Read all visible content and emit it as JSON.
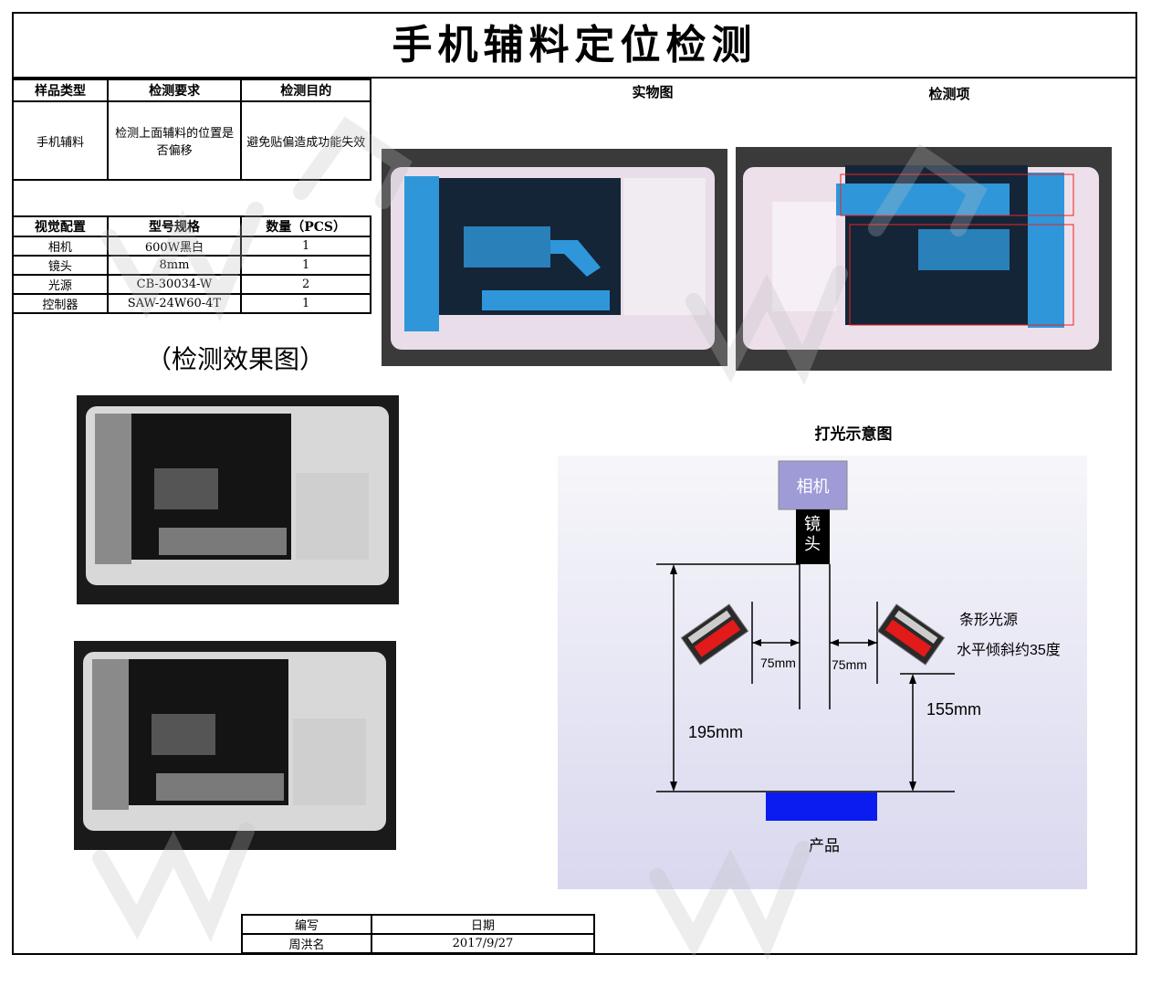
{
  "title": "手机辅料定位检测",
  "info_table": {
    "headers": [
      "样品类型",
      "检测要求",
      "检测目的"
    ],
    "row": [
      "手机辅料",
      "检测上面辅料的位置是否偏移",
      "避免贴偏造成功能失效"
    ]
  },
  "config_table": {
    "headers": [
      "视觉配置",
      "型号规格",
      "数量（PCS）"
    ],
    "rows": [
      [
        "相机",
        "600W黑白",
        "1"
      ],
      [
        "镜头",
        "8mm",
        "1"
      ],
      [
        "光源",
        "CB-30034-W",
        "2"
      ],
      [
        "控制器",
        "SAW-24W60-4T",
        "1"
      ]
    ]
  },
  "labels": {
    "real_photo": "实物图",
    "inspection_items": "检测项",
    "result_title": "（检测效果图）",
    "lighting_title": "打光示意图"
  },
  "diagram": {
    "camera": "相机",
    "lens": "镜头",
    "light_line1": "条形光源",
    "light_line2": "水平倾斜约35度",
    "dist_left": "75mm",
    "dist_right": "75mm",
    "height_total": "195mm",
    "height_light": "155mm",
    "product": "产品"
  },
  "sign_table": {
    "headers": [
      "编写",
      "日期"
    ],
    "values": [
      "周洪名",
      "2017/9/27"
    ]
  },
  "colors": {
    "camera_box": "#9e9bd6",
    "product_bar": "#0a1cf0",
    "film_blue": "#2f97d9",
    "light_red": "#e21a1a"
  }
}
